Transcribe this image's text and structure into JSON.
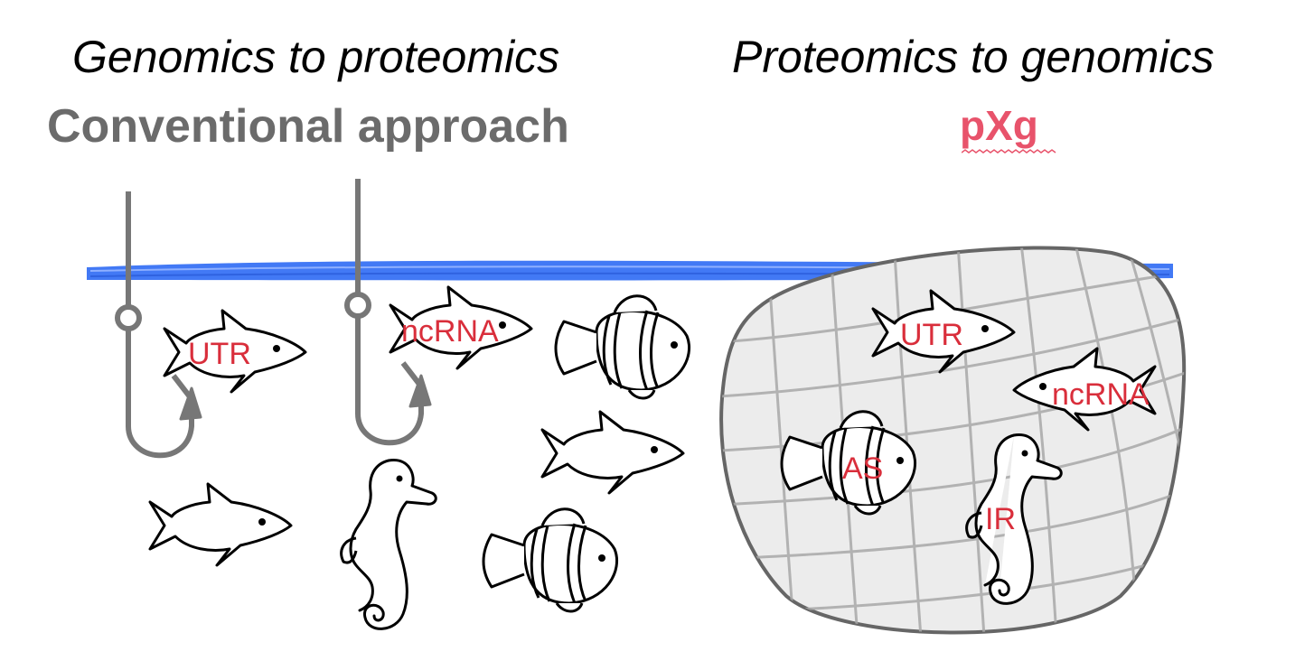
{
  "headings": {
    "left_title": "Genomics to proteomics",
    "left_subtitle": "Conventional approach",
    "right_title": "Proteomics to genomics",
    "right_subtitle": "pXg"
  },
  "fish_labels": {
    "hooked_left": "UTR",
    "hooked_right": "ncRNA",
    "net_top": "UTR",
    "net_right": "ncRNA",
    "net_clownfish": "AS",
    "net_seahorse": "IR"
  },
  "colors": {
    "water": "#4279f5",
    "label_red": "#d92e3b",
    "pxg_pink": "#e8536b",
    "hook_gray": "#777777",
    "net_fill": "#ececec"
  },
  "icons": [
    "fishing-hook-icon",
    "fish-icon",
    "clownfish-icon",
    "seahorse-icon",
    "fishing-net-icon"
  ]
}
